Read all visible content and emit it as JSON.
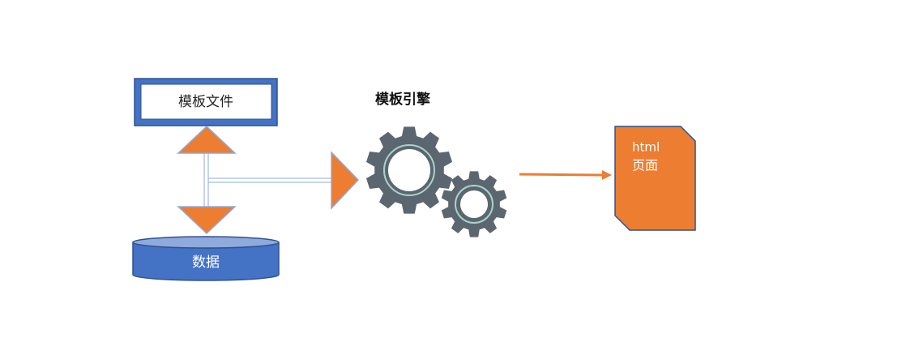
{
  "diagram": {
    "template_file": {
      "label": "模板文件"
    },
    "data_store": {
      "label": "数据"
    },
    "engine": {
      "label": "模板引擎"
    },
    "output_page": {
      "line1": "html",
      "line2": "页面"
    }
  },
  "colors": {
    "blue_fill": "#4472c4",
    "blue_dark": "#2f528f",
    "blue_light": "#8faadc",
    "orange": "#ed7d31",
    "orange_border": "#ae5a21",
    "gear_gray": "#5b6670",
    "gear_ring": "#a9d3c8",
    "connector_fill": "#ffffff",
    "connector_edge": "#8faadc"
  },
  "icons": {
    "engine_gears": "gear-icon"
  }
}
